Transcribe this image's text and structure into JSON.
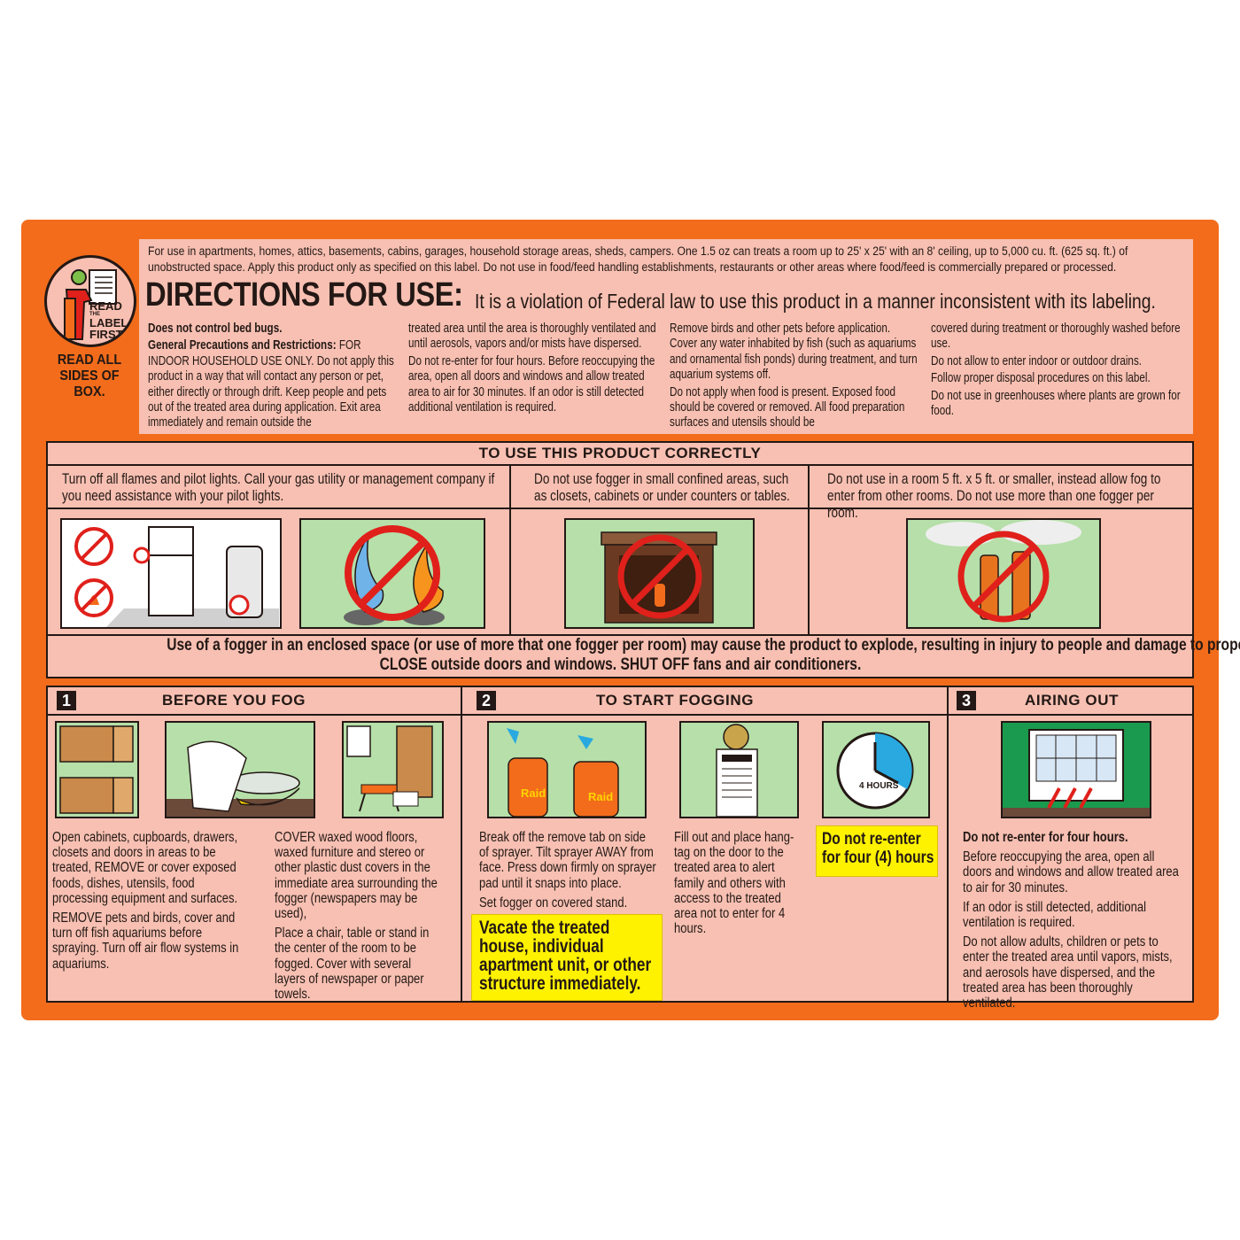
{
  "logo": {
    "line1": "READ",
    "line2": "THE",
    "line3": "LABEL",
    "line4": "FIRST",
    "caption": "READ ALL SIDES OF BOX."
  },
  "intro": "For use in apartments, homes, attics, basements, cabins, garages, household storage areas, sheds, campers. One 1.5 oz can treats a room up to 25' x 25' with an 8' ceiling, up to 5,000 cu. ft. (625 sq. ft.) of unobstructed space. Apply this product only as specified on this label. Do not use in food/feed handling establishments, restaurants or other areas where food/feed is commercially prepared or processed.",
  "directions": {
    "title": "DIRECTIONS FOR USE:",
    "subtitle": "It is a violation of Federal law to use this product in a manner inconsistent with its labeling.",
    "col1": {
      "bed_bugs": "Does not control bed bugs.",
      "gp_label": "General Precautions and Restrictions:",
      "gp_text": " FOR INDOOR HOUSEHOLD USE ONLY. Do not apply this product in a way that will contact any person or pet, either directly or through drift. Keep people and pets out of the treated area during application. Exit area immediately and remain outside the"
    },
    "col2": {
      "p1": "treated area until the area is thoroughly ventilated and until aerosols, vapors and/or mists have dispersed.",
      "p2": "Do not re-enter for four hours. Before reoccupying the area, open all doors and windows and allow treated area to air for 30 minutes. If an odor is still detected additional ventilation is required."
    },
    "col3": {
      "p1": "Remove birds and other pets before application. Cover any water inhabited by fish (such as aquariums and ornamental fish ponds) during treatment, and turn aquarium systems off.",
      "p2": "Do not apply when food is present. Exposed food should be covered or removed. All food preparation surfaces and utensils should be"
    },
    "col4": {
      "p1": "covered during treatment or thoroughly washed before use.",
      "p2": "Do not allow to enter indoor or outdoor drains.",
      "p3": "Follow proper disposal procedures on this label.",
      "p4": "Do not use in greenhouses where plants are grown for food."
    }
  },
  "correct": {
    "heading": "TO USE THIS PRODUCT CORRECTLY",
    "t1": "Turn off all flames and pilot lights. Call your gas utility or management company if you need assistance with your pilot lights.",
    "t2": "Do not use fogger in small confined areas, such as closets, cabinets or under counters or tables.",
    "t3": "Do not use in a room 5 ft. x 5 ft. or smaller, instead allow fog to enter from other rooms. Do not use more than one fogger per room.",
    "warning1": "Use of a fogger in an enclosed space (or use of more that one fogger per room) may cause the product to explode, resulting in injury to people and damage to property.",
    "warning2": "CLOSE outside doors and windows. SHUT OFF fans and air conditioners."
  },
  "steps": {
    "s1": {
      "num": "1",
      "title": "BEFORE YOU FOG",
      "a1": "Open cabinets, cupboards, drawers, closets and doors in areas to be treated, REMOVE or cover exposed foods, dishes, utensils, food processing equipment and surfaces.",
      "a2": "REMOVE pets and birds, cover and turn off fish aquariums before spraying. Turn off air flow systems in aquariums.",
      "b1": "COVER waxed wood floors, waxed furniture and stereo or other plastic dust covers in the immediate area surrounding the fogger (newspapers may be used),",
      "b2": "Place a chair, table or stand in the center of the room to be fogged. Cover with several layers of newspaper or paper towels."
    },
    "s2": {
      "num": "2",
      "title": "TO START FOGGING",
      "a1": "Break off the remove tab on side of sprayer. Tilt sprayer AWAY from face. Press down firmly on sprayer pad until it snaps into place.",
      "a2": "Set fogger on covered stand.",
      "vacate": "Vacate the treated house, individual apartment unit, or other structure immediately.",
      "b1": "Fill out and place hang-tag on the door to the treated area to alert family and others with access to the treated area not to enter for 4 hours.",
      "reenter": "Do not re-enter for four (4) hours",
      "clock": "4 HOURS",
      "brand": "Raid"
    },
    "s3": {
      "num": "3",
      "title": "AIRING OUT",
      "p0": "Do not re-enter for four hours.",
      "p1": "Before reoccupying the area, open all doors and windows and allow treated area to air for 30 minutes.",
      "p2": "If an odor is still detected, additional ventilation is required.",
      "p3": "Do not allow adults, children or pets to enter the treated area until vapors, mists, and aerosols have dispersed, and the treated area has been thoroughly ventilated."
    }
  },
  "colors": {
    "orange": "#f26c1b",
    "pink": "#f7c0b2",
    "green": "#b6dfa9",
    "red": "#e0201b",
    "yellow": "#fff200"
  }
}
